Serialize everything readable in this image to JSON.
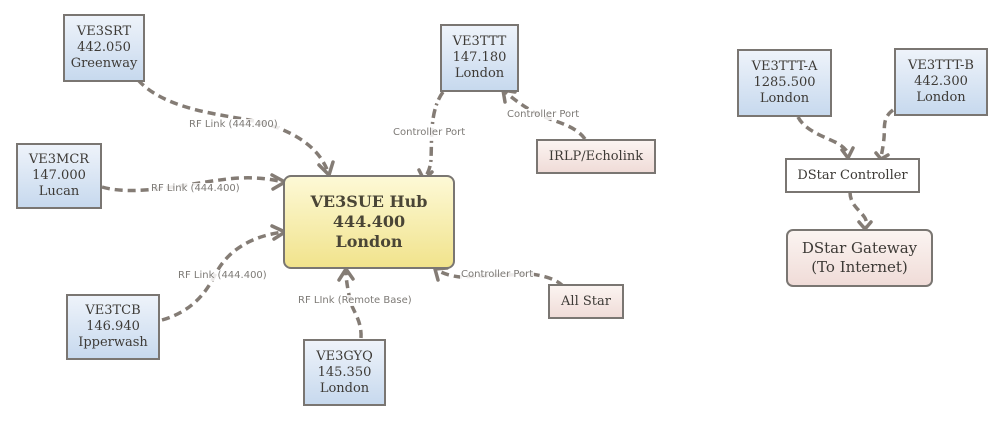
{
  "diagram": {
    "title": "",
    "nodes": [
      {
        "id": "ve3srt",
        "lines": [
          "VE3SRT",
          "442.050",
          "Greenway"
        ],
        "style": "repeater"
      },
      {
        "id": "ve3mcr",
        "lines": [
          "VE3MCR",
          "147.000",
          "Lucan"
        ],
        "style": "repeater"
      },
      {
        "id": "ve3tcb",
        "lines": [
          "VE3TCB",
          "146.940",
          "Ipperwash"
        ],
        "style": "repeater"
      },
      {
        "id": "ve3gyq",
        "lines": [
          "VE3GYQ",
          "145.350",
          "London"
        ],
        "style": "repeater"
      },
      {
        "id": "ve3ttt",
        "lines": [
          "VE3TTT",
          "147.180",
          "London"
        ],
        "style": "repeater"
      },
      {
        "id": "hub",
        "lines": [
          "VE3SUE Hub",
          "444.400",
          "London"
        ],
        "style": "hub"
      },
      {
        "id": "irlp",
        "lines": [
          "IRLP/Echolink"
        ],
        "style": "service"
      },
      {
        "id": "allstar",
        "lines": [
          "All Star"
        ],
        "style": "service"
      },
      {
        "id": "ve3ttt-a",
        "lines": [
          "VE3TTT-A",
          "1285.500",
          "London"
        ],
        "style": "repeater"
      },
      {
        "id": "ve3ttt-b",
        "lines": [
          "VE3TTT-B",
          "442.300",
          "London"
        ],
        "style": "repeater"
      },
      {
        "id": "dstar-controller",
        "lines": [
          "DStar Controller"
        ],
        "style": "controller"
      },
      {
        "id": "dstar-gateway",
        "lines": [
          "DStar Gateway",
          "(To Internet)"
        ],
        "style": "gateway"
      }
    ],
    "edges": [
      {
        "from": "ve3srt",
        "to": "hub",
        "label": "RF Link (444.400)",
        "style": "dashed"
      },
      {
        "from": "ve3mcr",
        "to": "hub",
        "label": "RF Link (444.400)",
        "style": "dashed"
      },
      {
        "from": "ve3tcb",
        "to": "hub",
        "label": "RF Link (444.400)",
        "style": "dashed"
      },
      {
        "from": "ve3gyq",
        "to": "hub",
        "label": "RF LInk (Remote Base)",
        "style": "dashed"
      },
      {
        "from": "ve3ttt",
        "to": "hub",
        "label": "Controller Port",
        "style": "dash-dot"
      },
      {
        "from": "irlp",
        "to": "ve3ttt",
        "label": "Controller Port",
        "style": "dashed"
      },
      {
        "from": "allstar",
        "to": "hub",
        "label": "Controller Port",
        "style": "dashed"
      },
      {
        "from": "ve3ttt-a",
        "to": "dstar-controller",
        "label": "",
        "style": "dashed"
      },
      {
        "from": "ve3ttt-b",
        "to": "dstar-controller",
        "label": "",
        "style": "dashed"
      },
      {
        "from": "dstar-controller",
        "to": "dstar-gateway",
        "label": "",
        "style": "dashed"
      }
    ]
  },
  "colors": {
    "repeater_fill": "#c7d9ee",
    "hub_fill": "#f1e38c",
    "service_fill": "#f0dcd8",
    "border": "#7a7672",
    "edge": "#847c75",
    "edge_label": "#7d7a76"
  }
}
